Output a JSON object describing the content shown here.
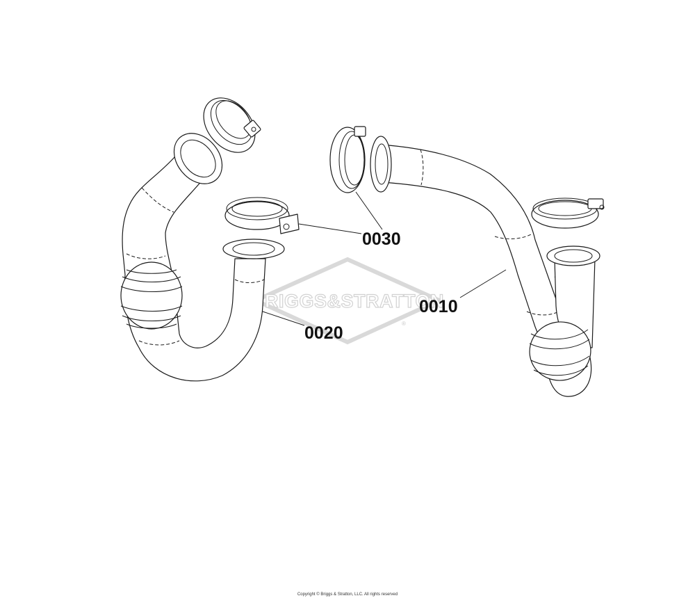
{
  "watermark": {
    "text": "BRIGGS&STRATTON",
    "trademark": "®"
  },
  "callouts": [
    {
      "id": "0010",
      "label": "0010"
    },
    {
      "id": "0020",
      "label": "0020"
    },
    {
      "id": "0030",
      "label": "0030"
    }
  ],
  "copyright": "Copyright © Briggs & Stratton, LLC. All rights reserved"
}
